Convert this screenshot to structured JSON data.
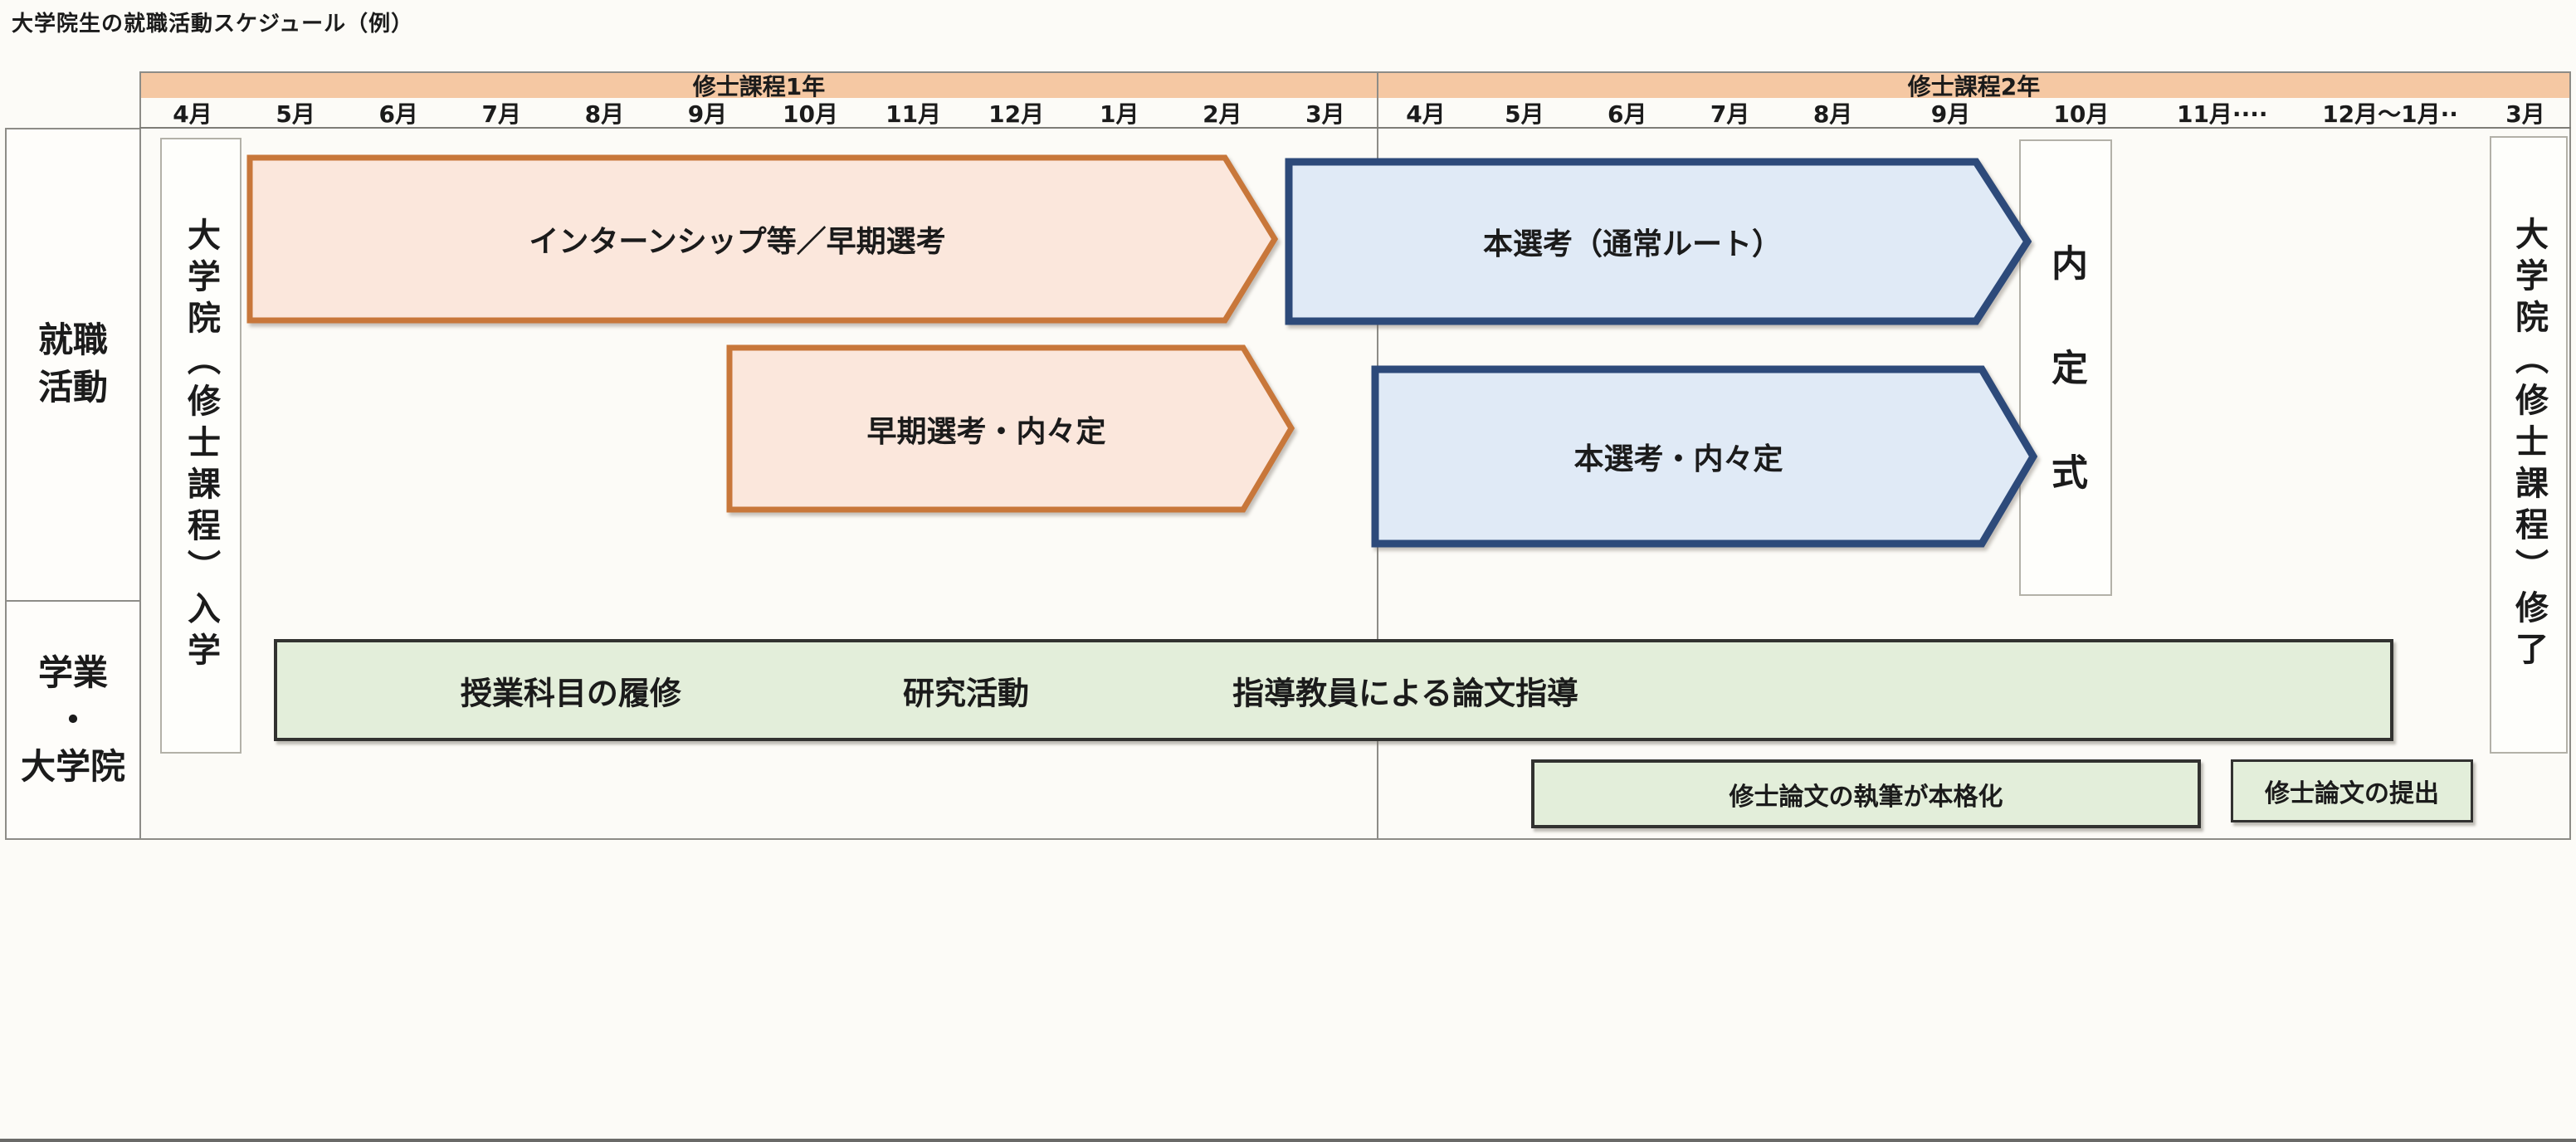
{
  "title": "大学院生の就職活動スケジュール（例）",
  "years": [
    {
      "label": "修士課程1年",
      "months": [
        "4月",
        "5月",
        "6月",
        "7月",
        "8月",
        "9月",
        "10月",
        "11月",
        "12月",
        "1月",
        "2月",
        "3月"
      ]
    },
    {
      "label": "修士課程2年",
      "months": [
        "4月",
        "5月",
        "6月",
        "7月",
        "8月",
        "9月",
        "10月",
        "11月····",
        "12月～1月··",
        "3月"
      ]
    }
  ],
  "row_headers": [
    {
      "label": "就職\n活動"
    },
    {
      "label": "学業\n・\n大学院"
    }
  ],
  "milestones": {
    "entry": "大学院（修士課程）入学",
    "naitei_ceremony": "内定式",
    "completion": "大学院（修士課程）修了"
  },
  "job_hunting": {
    "arrows": [
      {
        "label": "インターンシップ等／早期選考",
        "color": "#c8773a"
      },
      {
        "label": "本選考（通常ルート）",
        "color": "#2d4a7a"
      },
      {
        "label": "早期選考・内々定",
        "color": "#c8773a"
      },
      {
        "label": "本選考・内々定",
        "color": "#2d4a7a"
      }
    ]
  },
  "academics": {
    "main_bar": [
      "授業科目の履修",
      "研究活動",
      "指導教員による論文指導"
    ],
    "thesis_bar": "修士論文の執筆が本格化",
    "submission_bar": "修士論文の提出"
  },
  "colors": {
    "header_band": "#f5c8a3",
    "orange_fill": "#fbe7dc",
    "orange_border": "#c8773a",
    "blue_fill": "#e0eaf6",
    "blue_border": "#2d4a7a",
    "green_fill": "#e3eeda",
    "green_border": "#323230",
    "grid": "#8d8c87"
  }
}
